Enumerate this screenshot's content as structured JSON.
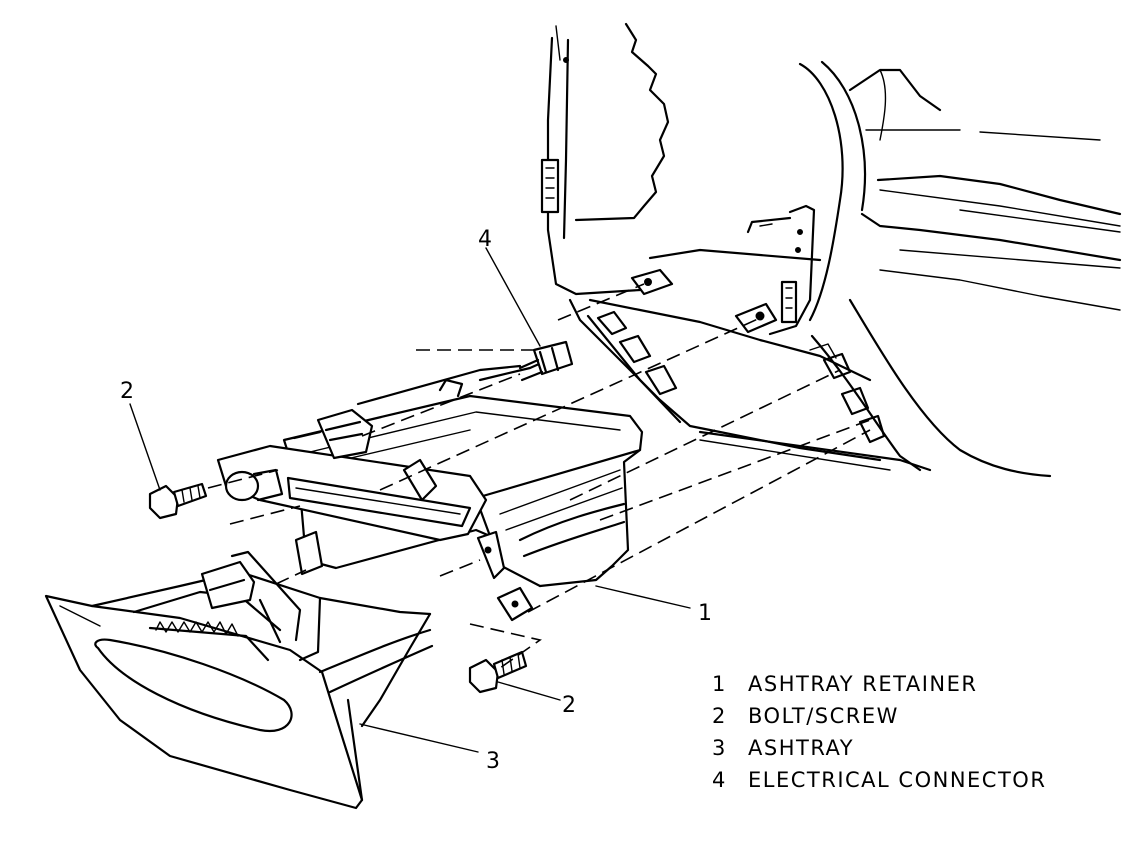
{
  "callouts": [
    {
      "number": "1"
    },
    {
      "number": "2"
    },
    {
      "number": "3"
    },
    {
      "number": "4"
    }
  ],
  "legend": [
    {
      "number": "1",
      "label": "ASHTRAY RETAINER"
    },
    {
      "number": "2",
      "label": "BOLT/SCREW"
    },
    {
      "number": "3",
      "label": "ASHTRAY"
    },
    {
      "number": "4",
      "label": "ELECTRICAL CONNECTOR"
    }
  ]
}
